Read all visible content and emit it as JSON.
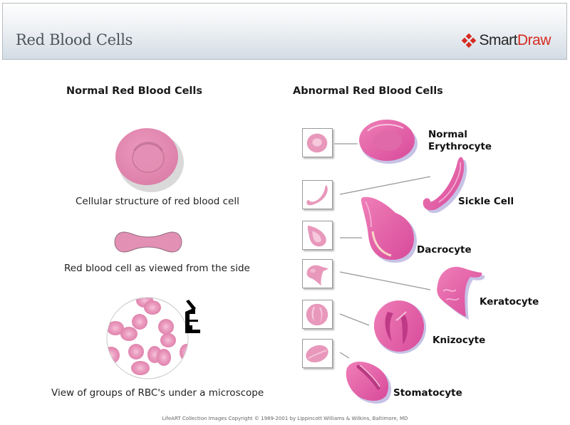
{
  "header": {
    "title": "Red Blood Cells",
    "logo": {
      "part1": "Smart",
      "part2": "Draw",
      "icon": "smartdraw-diamond-logo-icon",
      "accent": "#d72a20"
    }
  },
  "normal": {
    "title": "Normal Red Blood Cells",
    "items": [
      {
        "caption": "Cellular structure of red blood cell",
        "icon": "rbc-top-view"
      },
      {
        "caption": "Red blood cell as viewed from the side",
        "icon": "rbc-side-view"
      },
      {
        "caption": "View of groups of RBC's under a microscope",
        "icon": "microscope-icon"
      }
    ]
  },
  "abnormal": {
    "title": "Abnormal Red Blood Cells",
    "cells": [
      {
        "label_line1": "Normal",
        "label_line2": "Erythrocyte"
      },
      {
        "label_line1": "Sickle Cell"
      },
      {
        "label_line1": "Dacrocyte"
      },
      {
        "label_line1": "Keratocyte"
      },
      {
        "label_line1": "Knizocyte"
      },
      {
        "label_line1": "Stomatocyte"
      }
    ]
  },
  "colors": {
    "cell_pink": "#e08ab0",
    "cell_magenta": "#dd4fa3",
    "thumb_pink": "#eaa0bf"
  },
  "footer": {
    "copyright": "LifeART Collection Images Copyright © 1989-2001 by Lippincott Williams & Wilkins, Baltimore, MD"
  }
}
